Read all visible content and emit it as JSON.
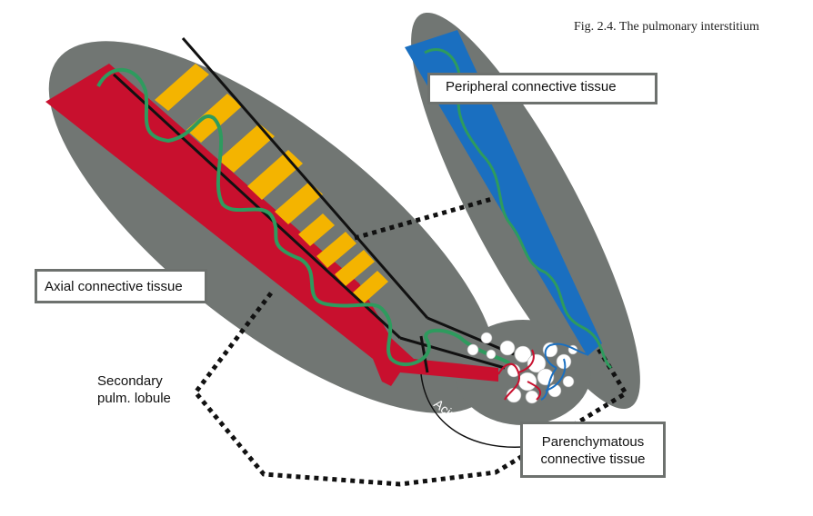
{
  "caption": "Fig. 2.4. The pulmonary interstitium",
  "labels": {
    "peripheral": "Peripheral connective tissue",
    "axial": "Axial connective tissue",
    "parenchymatous_line1": "Parenchymatous",
    "parenchymatous_line2": "connective tissue",
    "secondary_line1": "Secondary",
    "secondary_line2": "pulm. lobule",
    "acinus": "Acinus"
  },
  "colors": {
    "background": "#ffffff",
    "lobule_gray": "#717673",
    "artery_red": "#c8102e",
    "vein_blue": "#1a6fc0",
    "bronchus_orange": "#f4b400",
    "lymph_green": "#2e9b5e",
    "outline_black": "#111111",
    "box_border": "#6d716e"
  }
}
